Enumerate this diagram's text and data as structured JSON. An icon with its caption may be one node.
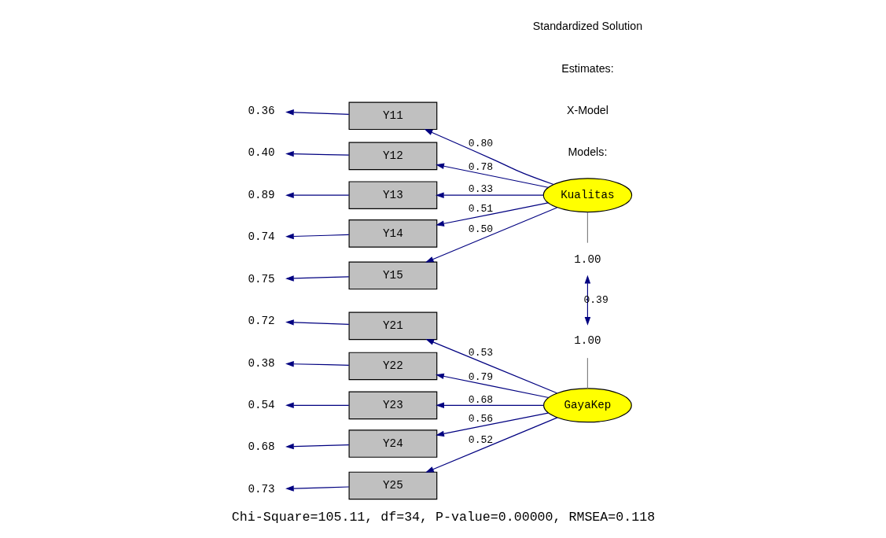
{
  "diagram": {
    "caption": "Chi-Square=105.11, df=34, P-value=0.00000, RMSEA=0.118",
    "nodes": [
      {
        "text": [
          "0.36"
        ]
      },
      {
        "text": [
          "Y11"
        ]
      },
      {
        "text": [
          "0.40"
        ]
      },
      {
        "text": [
          "Y12"
        ]
      },
      {
        "text": [
          "0.89"
        ]
      },
      {
        "text": [
          "Y13"
        ]
      },
      {
        "text": [
          "0.74"
        ]
      },
      {
        "text": [
          "Y14"
        ]
      },
      {
        "text": [
          "0.75"
        ]
      },
      {
        "text": [
          "Y15"
        ]
      },
      {
        "text": [
          "0.72"
        ]
      },
      {
        "text": [
          "Y21"
        ]
      },
      {
        "text": [
          "0.38"
        ]
      },
      {
        "text": [
          "Y22"
        ]
      },
      {
        "text": [
          "0.54"
        ]
      },
      {
        "text": [
          "Y23"
        ]
      },
      {
        "text": [
          "0.68"
        ]
      },
      {
        "text": [
          "Y24"
        ]
      },
      {
        "text": [
          "0.73"
        ]
      },
      {
        "text": [
          "Y25"
        ]
      },
      {
        "text": [
          "Kualitas"
        ]
      },
      {
        "text": [
          "1.00"
        ]
      },
      {
        "text": [
          "GayaKep"
        ]
      },
      {
        "text": [
          "1.00"
        ]
      }
    ],
    "edges": [
      {
        "from": 20,
        "to": 1,
        "arrow": "to",
        "label": "0.80"
      },
      {
        "from": 20,
        "to": 3,
        "arrow": "to",
        "label": "0.78"
      },
      {
        "from": 20,
        "to": 5,
        "arrow": "to",
        "label": "0.33"
      },
      {
        "from": 20,
        "to": 7,
        "arrow": "to",
        "label": "0.51"
      },
      {
        "from": 20,
        "to": 9,
        "arrow": "to",
        "label": "0.50"
      },
      {
        "from": 22,
        "to": 11,
        "arrow": "to",
        "label": "0.53"
      },
      {
        "from": 22,
        "to": 13,
        "arrow": "to",
        "label": "0.79"
      },
      {
        "from": 22,
        "to": 15,
        "arrow": "to",
        "label": "0.68"
      },
      {
        "from": 22,
        "to": 17,
        "arrow": "to",
        "label": "0.56"
      },
      {
        "from": 22,
        "to": 19,
        "arrow": "to",
        "label": "0.52"
      },
      {
        "from": 1,
        "to": 0,
        "arrow": "to"
      },
      {
        "from": 3,
        "to": 2,
        "arrow": "to"
      },
      {
        "from": 5,
        "to": 4,
        "arrow": "to"
      },
      {
        "from": 7,
        "to": 6,
        "arrow": "to"
      },
      {
        "from": 9,
        "to": 8,
        "arrow": "to"
      },
      {
        "from": 11,
        "to": 10,
        "arrow": "to"
      },
      {
        "from": 13,
        "to": 12,
        "arrow": "to"
      },
      {
        "from": 15,
        "to": 14,
        "arrow": "to"
      },
      {
        "from": 17,
        "to": 16,
        "arrow": "to"
      },
      {
        "from": 19,
        "to": 18,
        "arrow": "to"
      },
      {
        "from": 20,
        "to": 21,
        "arrow": "none",
        "color": "#808080"
      },
      {
        "from": 22,
        "to": 23,
        "arrow": "none",
        "color": "#808080"
      },
      {
        "from": 21,
        "to": 23,
        "arrow": "both",
        "label": "0.39"
      }
    ],
    "labels": [
      "Models:",
      "X-Model",
      "Estimates:",
      "Standardized Solution"
    ]
  }
}
